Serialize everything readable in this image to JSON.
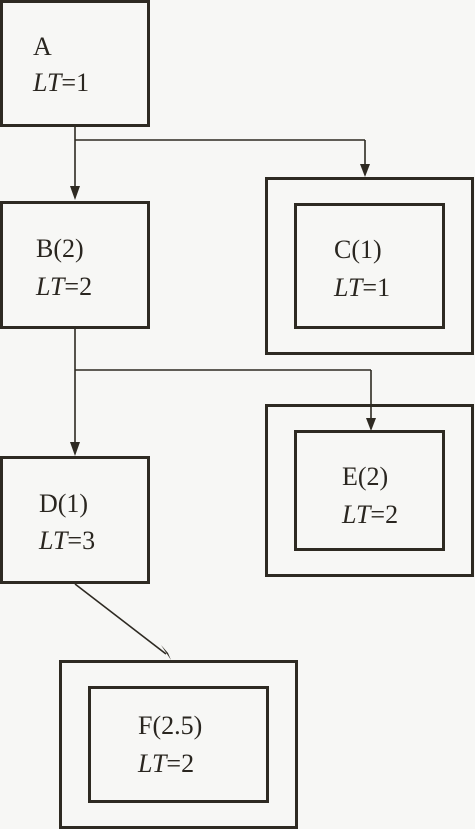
{
  "nodes": {
    "A": {
      "name": "A",
      "lt_label": "LT",
      "lt_value": "=1"
    },
    "B": {
      "name": "B(2)",
      "lt_label": "LT",
      "lt_value": "=2"
    },
    "C": {
      "name": "C(1)",
      "lt_label": "LT",
      "lt_value": "=1"
    },
    "D": {
      "name": "D(1)",
      "lt_label": "LT",
      "lt_value": "=3"
    },
    "E": {
      "name": "E(2)",
      "lt_label": "LT",
      "lt_value": "=2"
    },
    "F": {
      "name": "F(2.5)",
      "lt_label": "LT",
      "lt_value": "=2"
    }
  },
  "edges": [
    {
      "from": "A",
      "to": "B"
    },
    {
      "from": "A",
      "to": "C"
    },
    {
      "from": "B",
      "to": "D"
    },
    {
      "from": "B",
      "to": "E"
    },
    {
      "from": "D",
      "to": "F"
    }
  ],
  "colors": {
    "line": "#2e2a22",
    "background": "#f7f7f5",
    "text": "#2a2620"
  }
}
